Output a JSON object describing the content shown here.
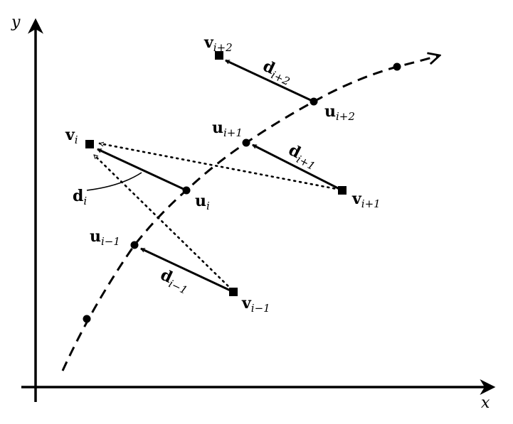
{
  "axes": {
    "x_label": "x",
    "y_label": "y"
  },
  "points_u": [
    {
      "name": "u",
      "sub": "i−1"
    },
    {
      "name": "u",
      "sub": "i"
    },
    {
      "name": "u",
      "sub": "i+1"
    },
    {
      "name": "u",
      "sub": "i+2"
    }
  ],
  "points_v": [
    {
      "name": "v",
      "sub": "i−1"
    },
    {
      "name": "v",
      "sub": "i"
    },
    {
      "name": "v",
      "sub": "i+1"
    },
    {
      "name": "v",
      "sub": "i+2"
    }
  ],
  "vectors_d": [
    {
      "name": "d",
      "sub": "i−1"
    },
    {
      "name": "d",
      "sub": "i"
    },
    {
      "name": "d",
      "sub": "i+1"
    },
    {
      "name": "d",
      "sub": "i+2"
    }
  ],
  "colors": {
    "ink": "#000000",
    "background": "#ffffff"
  }
}
